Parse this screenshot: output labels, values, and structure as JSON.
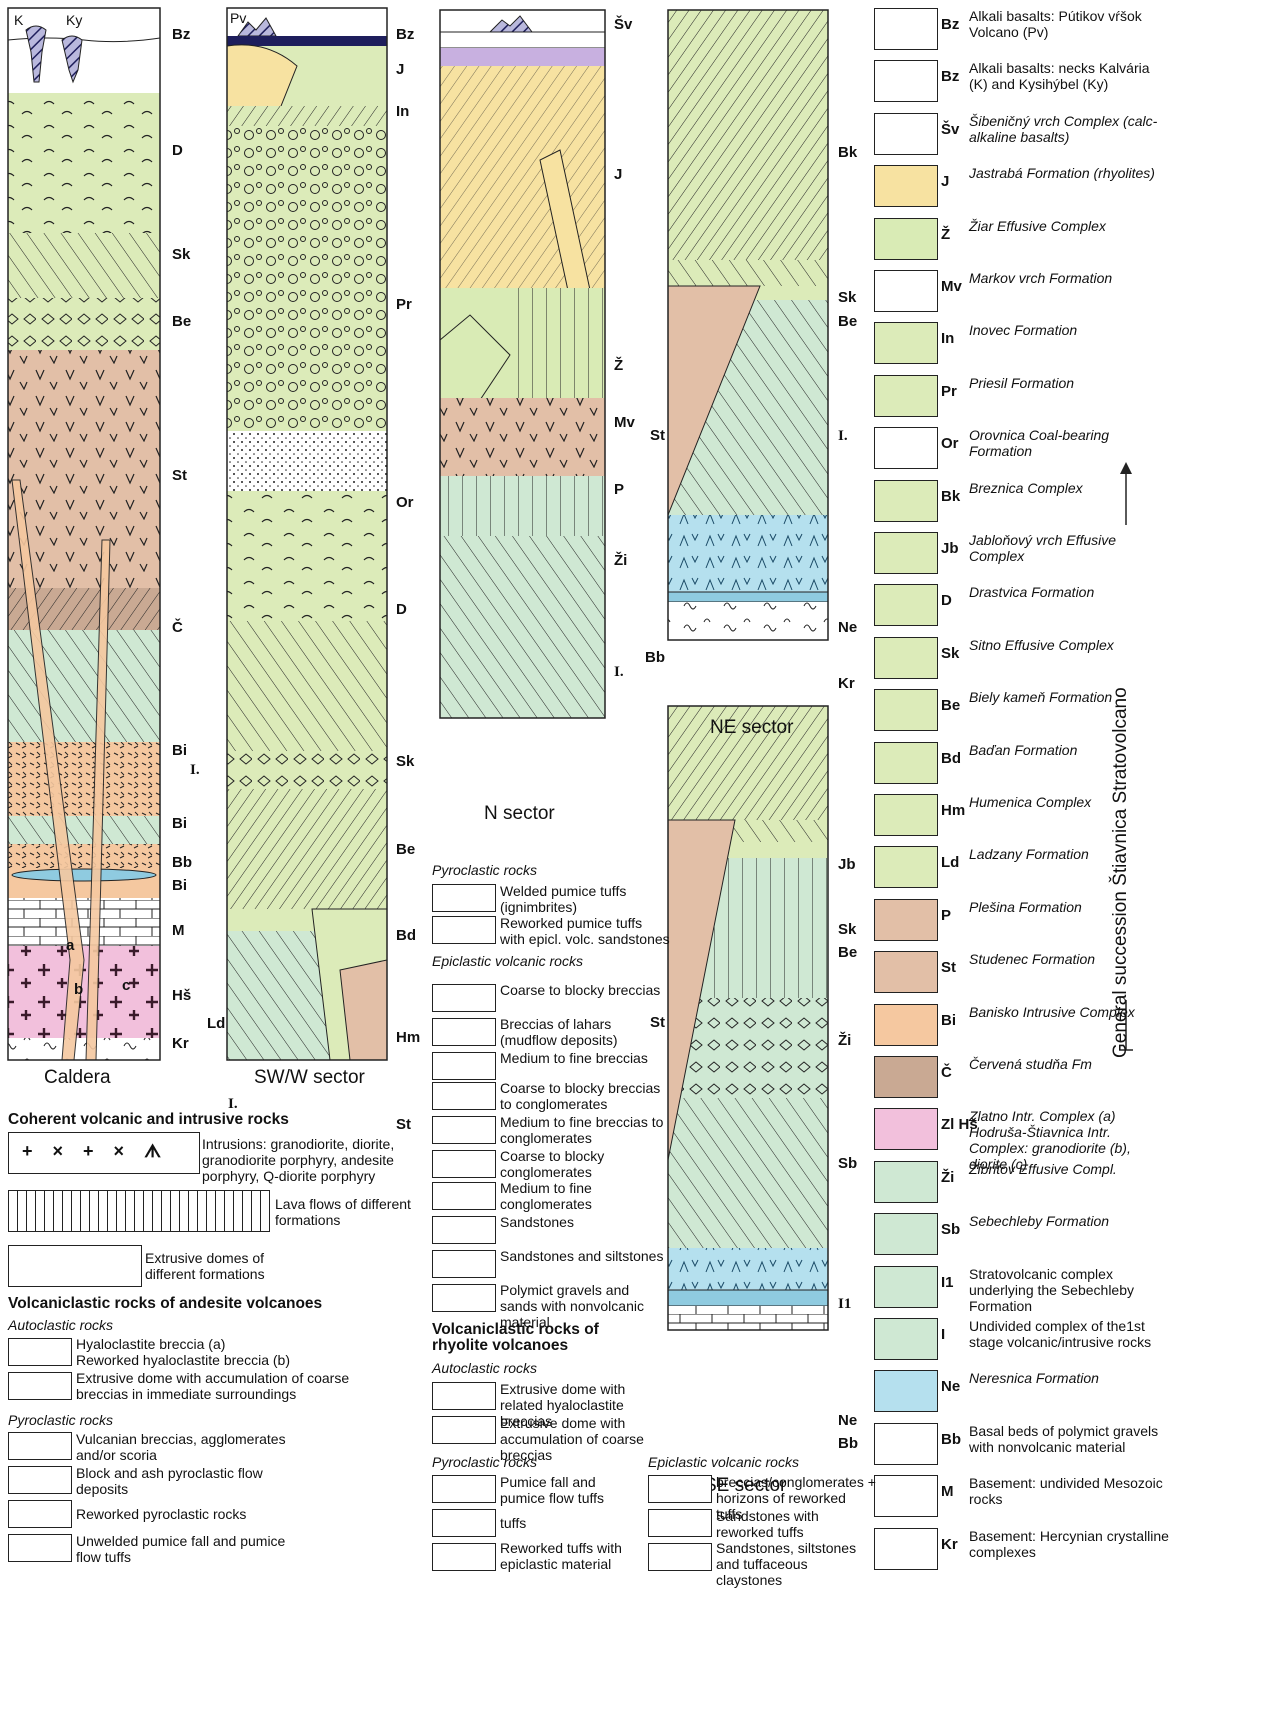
{
  "columns": [
    {
      "caption": "Caldera",
      "labels": [
        "Bz",
        "D",
        "Sk",
        "Be",
        "St",
        "Č",
        "Bi",
        "I.",
        "Bi",
        "Bb",
        "Bi",
        "M",
        "Hš",
        "Kr"
      ],
      "intrusion_labels": [
        "K",
        "Ky",
        "a",
        "b",
        "c"
      ]
    },
    {
      "caption": "SW/W sector",
      "labels": [
        "Pv",
        "Bz",
        "J",
        "In",
        "Pr",
        "Or",
        "D",
        "Sk",
        "Be",
        "Bd",
        "Ld",
        "Hm",
        "I.",
        "St"
      ]
    },
    {
      "caption": "N sector",
      "labels": [
        "Šv",
        "J",
        "Ž",
        "Mv",
        "P",
        "Ži",
        "I."
      ]
    },
    {
      "caption": "NE sector",
      "labels": [
        "Bk",
        "Sk",
        "Be",
        "St",
        "I.",
        "Ne",
        "Bb",
        "Kr"
      ]
    },
    {
      "caption": "SE sector",
      "labels": [
        "Jb",
        "Sk",
        "Be",
        "St",
        "Ži",
        "Sb",
        "I1",
        "Ne",
        "Bb"
      ]
    }
  ],
  "legend": [
    {
      "code": "Bz",
      "text": "Alkali basalts: Pútikov vŕšok Volcano (Pv)",
      "color": "#ffffff",
      "italic": false
    },
    {
      "code": "Bz",
      "text": "Alkali basalts: necks Kalvária (K) and Kysihýbel (Ky)",
      "color": "#ffffff",
      "italic": false
    },
    {
      "code": "Šv",
      "text": "Šibeničný vrch Complex (calc-alkaline basalts)",
      "color": "#ffffff",
      "italic": true
    },
    {
      "code": "J",
      "text": "Jastrabá Formation (rhyolites)",
      "color": "#f7e2a1",
      "italic": true
    },
    {
      "code": "Ž",
      "text": "Žiar Effusive Complex",
      "color": "#d9ebb5",
      "italic": true
    },
    {
      "code": "Mv",
      "text": "Markov vrch Formation",
      "color": "#ffffff",
      "italic": true
    },
    {
      "code": "In",
      "text": "Inovec Formation",
      "color": "#dcebb9",
      "italic": true
    },
    {
      "code": "Pr",
      "text": "Priesil Formation",
      "color": "#dcebb9",
      "italic": true
    },
    {
      "code": "Or",
      "text": "Orovnica Coal-bearing Formation",
      "color": "#ffffff",
      "italic": true
    },
    {
      "code": "Bk",
      "text": "Breznica Complex",
      "color": "#dcebb9",
      "italic": true
    },
    {
      "code": "Jb",
      "text": "Jabloňový vrch Effusive Complex",
      "color": "#dcebb9",
      "italic": true
    },
    {
      "code": "D",
      "text": "Drastvica Formation",
      "color": "#dcebb9",
      "italic": true
    },
    {
      "code": "Sk",
      "text": "Sitno Effusive Complex",
      "color": "#dcebb9",
      "italic": true
    },
    {
      "code": "Be",
      "text": "Biely kameň Formation",
      "color": "#dcebb9",
      "italic": true
    },
    {
      "code": "Bd",
      "text": "Baďan Formation",
      "color": "#dcebb9",
      "italic": true
    },
    {
      "code": "Hm",
      "text": "Humenica Complex",
      "color": "#dcebb9",
      "italic": true
    },
    {
      "code": "Ld",
      "text": "Ladzany Formation",
      "color": "#dcebb9",
      "italic": true
    },
    {
      "code": "P",
      "text": "Plešina Formation",
      "color": "#e2bfa7",
      "italic": true
    },
    {
      "code": "St",
      "text": "Studenec Formation",
      "color": "#e2bfa7",
      "italic": true
    },
    {
      "code": "Bi",
      "text": "Banisko Intrusive Complex",
      "color": "#f5c8a0",
      "italic": true
    },
    {
      "code": "Č",
      "text": "Červená studňa Fm",
      "color": "#c9a993",
      "italic": true
    },
    {
      "code": "Zl Hš",
      "text": "Zlatno Intr. Complex (a) Hodruša-Štiavnica Intr. Complex: granodiorite (b), diorite (c)",
      "color": "#f2c0dc",
      "italic": true
    },
    {
      "code": "Ži",
      "text": "Žibritov Effusive Compl.",
      "color": "#cfe8d3",
      "italic": true
    },
    {
      "code": "Sb",
      "text": "Sebechleby Formation",
      "color": "#cfe8d3",
      "italic": true
    },
    {
      "code": "I1",
      "text": "Stratovolcanic complex underlying the Sebechleby Formation",
      "color": "#cfe8d3",
      "italic": false
    },
    {
      "code": "I",
      "text": "Undivided complex of the1st stage volcanic/intrusive rocks",
      "color": "#cfe8d3",
      "italic": false
    },
    {
      "code": "Ne",
      "text": "Neresnica Formation",
      "color": "#b5e0ee",
      "italic": true
    },
    {
      "code": "Bb",
      "text": "Basal beds of polymict gravels with nonvolcanic material",
      "color": "#ffffff",
      "italic": false
    },
    {
      "code": "M",
      "text": "Basement: undivided Mesozoic rocks",
      "color": "#ffffff",
      "italic": false
    },
    {
      "code": "Kr",
      "text": "Basement: Hercynian crystalline complexes",
      "color": "#ffffff",
      "italic": false
    }
  ],
  "general_succession": "General succession Štiavnica Stratovolcano",
  "key_left": {
    "coherent_title": "Coherent volcanic and intrusive rocks",
    "intrusions": "Intrusions: granodiorite, diorite, granodiorite porphyry, andesite porphyry, Q-diorite porphyry",
    "lava": "Lava flows of different formations",
    "domes": "Extrusive domes of different formations",
    "volcaniclastic_title": "Volcaniclastic rocks of andesite volcanoes",
    "autoclastic": "Autoclastic rocks",
    "hyalo_a": "Hyaloclastite breccia (a)",
    "hyalo_b": "Reworked hyaloclastite breccia (b)",
    "dome_breccia": "Extrusive dome with accumulation of coarse breccias in immediate surroundings",
    "pyroclastic": "Pyroclastic rocks",
    "vulcanian": "Vulcanian breccias, agglomerates and/or scoria",
    "block_ash": "Block and ash pyroclastic flow deposits",
    "reworked_pyro": "Reworked pyroclastic rocks",
    "unwelded": "Unwelded pumice fall and pumice flow tuffs"
  },
  "key_mid": {
    "pyroclastic": "Pyroclastic rocks",
    "welded": "Welded pumice tuffs (ignimbrites)",
    "reworked_pumice": "Reworked pumice tuffs with epicl. volc. sandstones",
    "epiclastic": "Epiclastic volcanic rocks",
    "items": [
      "Coarse to blocky breccias",
      "Breccias of lahars (mudflow deposits)",
      "Medium to fine breccias",
      "Coarse to blocky breccias to conglomerates",
      "Medium to fine breccias to conglomerates",
      "Coarse to blocky conglomerates",
      "Medium to fine conglomerates",
      "Sandstones",
      "Sandstones and siltstones",
      "Polymict gravels and sands with nonvolcanic material"
    ],
    "rhyolite_title": "Volcaniclastic rocks of rhyolite volcanoes",
    "autoclastic": "Autoclastic rocks",
    "dome_hyalo": "Extrusive dome with related hyaloclastite breccias",
    "dome_coarse": "Extrusive dome with accumulation of coarse breccias",
    "pyroclastic2": "Pyroclastic rocks",
    "pumice_fall": "Pumice fall and pumice flow tuffs",
    "tuffs": "tuffs",
    "reworked_tuffs": "Reworked tuffs with epiclastic material",
    "epiclastic2": "Epiclastic volcanic rocks",
    "breccias_conglo": "breccias/conglomerates + horizons of reworked tuffs",
    "sandstones_tuffs": "Sandstones with reworked tuffs",
    "sandstones_clay": "Sandstones, siltstones and tuffaceous claystones"
  }
}
